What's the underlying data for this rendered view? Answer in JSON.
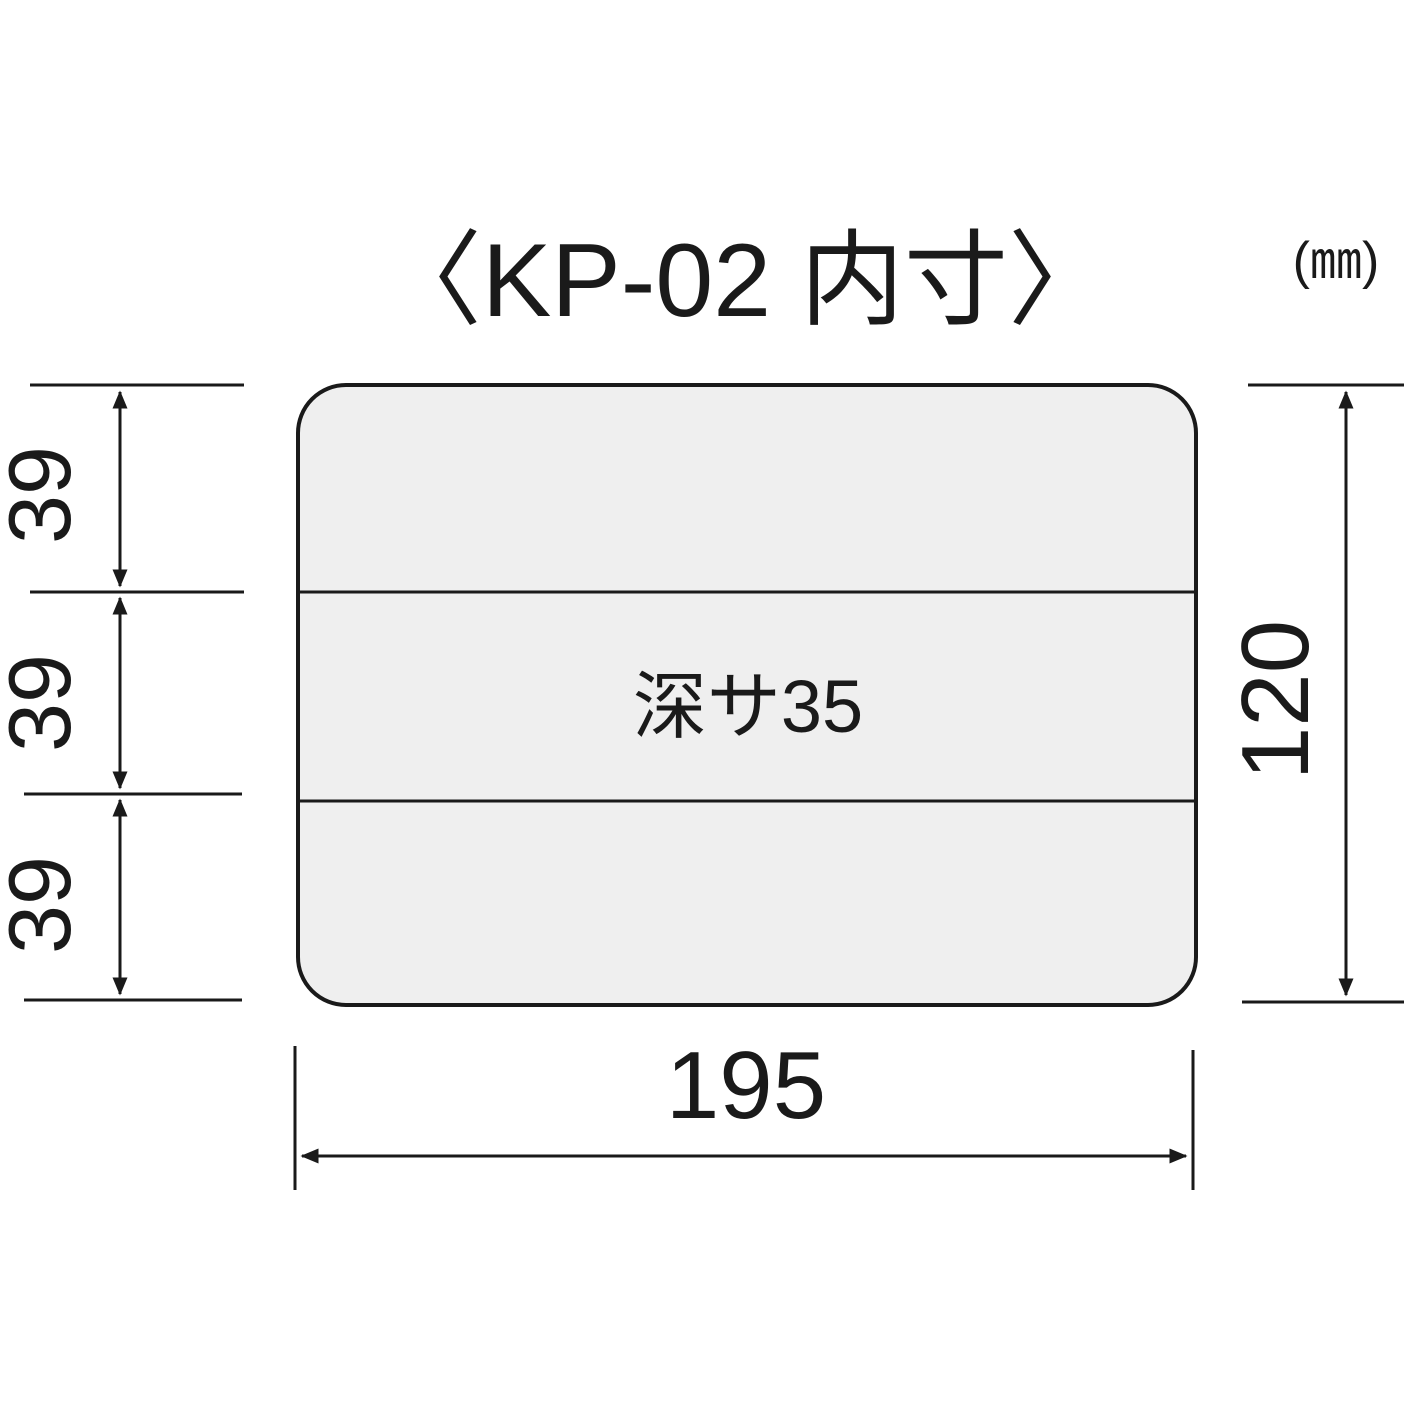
{
  "title": "〈KP-02 内寸〉",
  "unit": "(㎜)",
  "depth_label": "深サ35",
  "dimensions": {
    "width": "195",
    "height": "120",
    "sections": [
      "39",
      "39",
      "39"
    ]
  },
  "colors": {
    "line": "#1a1a1a",
    "tray_fill": "#efefef",
    "background": "#ffffff"
  }
}
